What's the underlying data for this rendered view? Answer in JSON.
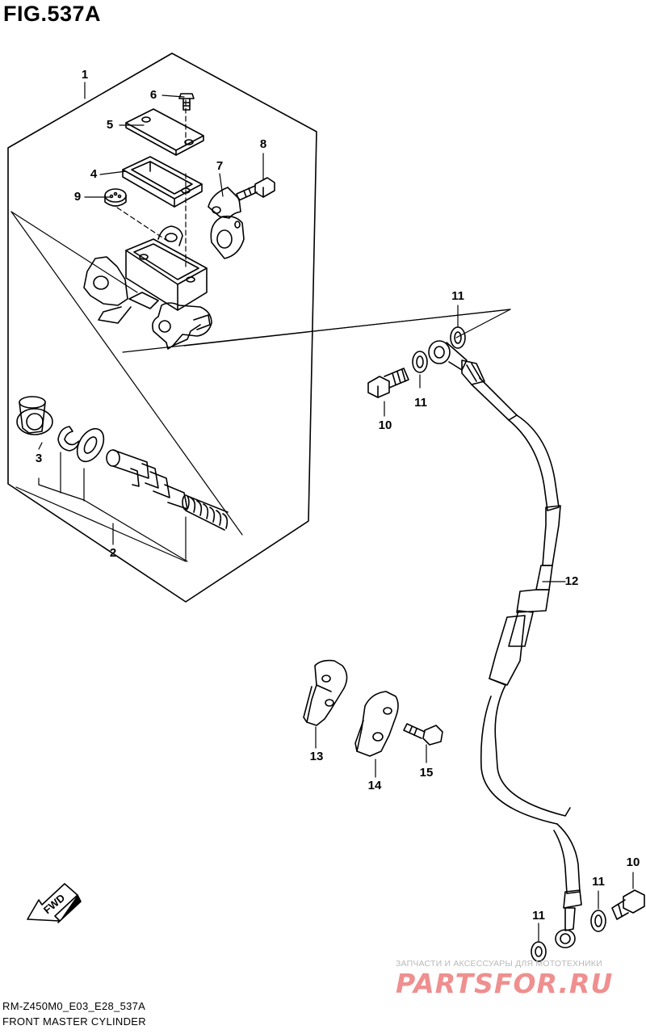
{
  "figure": {
    "title": "FIG.537A",
    "code": "RM-Z450M0_E03_E28_537A",
    "name": "FRONT MASTER CYLINDER"
  },
  "watermark": {
    "subtitle": "ЗАПЧАСТИ И АКСЕССУАРЫ ДЛЯ МОТОТЕХНИКИ",
    "brand": "PARTSFOR.RU"
  },
  "fwd_label": "FWD",
  "callouts": [
    {
      "id": "1",
      "part": "master-cylinder-assembly"
    },
    {
      "id": "6",
      "part": "reservoir-screw"
    },
    {
      "id": "5",
      "part": "reservoir-cap"
    },
    {
      "id": "8",
      "part": "clamp-bolt"
    },
    {
      "id": "4",
      "part": "reservoir-diaphragm"
    },
    {
      "id": "7",
      "part": "master-cylinder-holder"
    },
    {
      "id": "9",
      "part": "sight-glass"
    },
    {
      "id": "3",
      "part": "piston-boot"
    },
    {
      "id": "2",
      "part": "piston-set"
    },
    {
      "id": "11",
      "part": "gasket-top"
    },
    {
      "id": "11",
      "part": "gasket-upper-bolt"
    },
    {
      "id": "10",
      "part": "union-bolt-upper"
    },
    {
      "id": "12",
      "part": "brake-hose"
    },
    {
      "id": "13",
      "part": "hose-guide-1"
    },
    {
      "id": "14",
      "part": "hose-guide-2"
    },
    {
      "id": "15",
      "part": "guide-bolt"
    },
    {
      "id": "10",
      "part": "union-bolt-lower"
    },
    {
      "id": "11",
      "part": "gasket-lower-right"
    },
    {
      "id": "11",
      "part": "gasket-lower-left"
    }
  ]
}
